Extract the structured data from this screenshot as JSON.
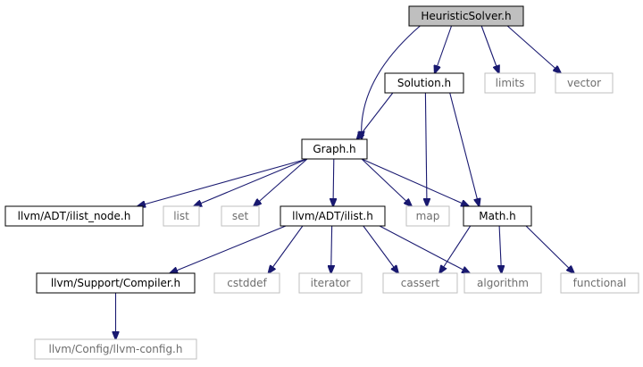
{
  "diagram": {
    "nodes": [
      {
        "id": "heuristic",
        "label": "HeuristicSolver.h",
        "kind": "root"
      },
      {
        "id": "solution",
        "label": "Solution.h",
        "kind": "header"
      },
      {
        "id": "limits",
        "label": "limits",
        "kind": "external"
      },
      {
        "id": "vector",
        "label": "vector",
        "kind": "external"
      },
      {
        "id": "graph",
        "label": "Graph.h",
        "kind": "header"
      },
      {
        "id": "ilist_node",
        "label": "llvm/ADT/ilist_node.h",
        "kind": "header"
      },
      {
        "id": "list",
        "label": "list",
        "kind": "external"
      },
      {
        "id": "set",
        "label": "set",
        "kind": "external"
      },
      {
        "id": "ilist",
        "label": "llvm/ADT/ilist.h",
        "kind": "header"
      },
      {
        "id": "map",
        "label": "map",
        "kind": "external"
      },
      {
        "id": "math",
        "label": "Math.h",
        "kind": "header"
      },
      {
        "id": "compiler",
        "label": "llvm/Support/Compiler.h",
        "kind": "header"
      },
      {
        "id": "cstddef",
        "label": "cstddef",
        "kind": "external"
      },
      {
        "id": "iterator",
        "label": "iterator",
        "kind": "external"
      },
      {
        "id": "cassert",
        "label": "cassert",
        "kind": "external"
      },
      {
        "id": "algorithm",
        "label": "algorithm",
        "kind": "external"
      },
      {
        "id": "functional",
        "label": "functional",
        "kind": "external"
      },
      {
        "id": "llvm_config",
        "label": "llvm/Config/llvm-config.h",
        "kind": "external"
      }
    ],
    "edges": [
      {
        "from": "heuristic",
        "to": "graph"
      },
      {
        "from": "heuristic",
        "to": "solution"
      },
      {
        "from": "heuristic",
        "to": "limits"
      },
      {
        "from": "heuristic",
        "to": "vector"
      },
      {
        "from": "solution",
        "to": "graph"
      },
      {
        "from": "solution",
        "to": "map"
      },
      {
        "from": "solution",
        "to": "math"
      },
      {
        "from": "graph",
        "to": "ilist_node"
      },
      {
        "from": "graph",
        "to": "list"
      },
      {
        "from": "graph",
        "to": "set"
      },
      {
        "from": "graph",
        "to": "ilist"
      },
      {
        "from": "graph",
        "to": "map"
      },
      {
        "from": "graph",
        "to": "math"
      },
      {
        "from": "ilist",
        "to": "compiler"
      },
      {
        "from": "ilist",
        "to": "cstddef"
      },
      {
        "from": "ilist",
        "to": "iterator"
      },
      {
        "from": "ilist",
        "to": "cassert"
      },
      {
        "from": "ilist",
        "to": "algorithm"
      },
      {
        "from": "math",
        "to": "cassert"
      },
      {
        "from": "math",
        "to": "algorithm"
      },
      {
        "from": "math",
        "to": "functional"
      },
      {
        "from": "compiler",
        "to": "llvm_config"
      }
    ],
    "colors": {
      "root_fill": "#bfbfbf",
      "header_border": "#000000",
      "external_border": "#bfbfbf",
      "external_text": "#6e6e6e",
      "edge": "#191970"
    }
  }
}
